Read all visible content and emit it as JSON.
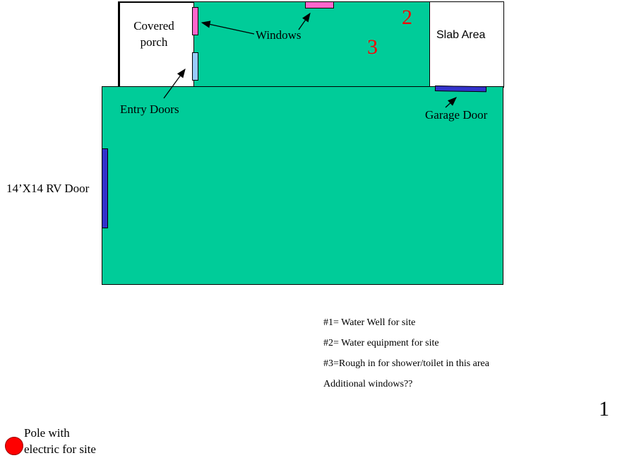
{
  "labels": {
    "covered_porch": "Covered\nporch",
    "windows": "Windows",
    "entry_doors": "Entry Doors",
    "slab_area": "Slab Area",
    "garage_door": "Garage Door",
    "rv_door": "14’X14 RV Door",
    "pole": "Pole with\nelectric for site"
  },
  "markers": {
    "m2": "2",
    "m3": "3",
    "m1": "1"
  },
  "notes": [
    "#1= Water Well for site",
    "#2= Water equipment for site",
    "#3=Rough in for shower/toilet in this area",
    "Additional windows??"
  ],
  "colors": {
    "floor": "#00cc99",
    "window": "#ff66cc",
    "entry_door": "#99ccff",
    "garage_door": "#3333cc",
    "rv_door": "#3333cc",
    "marker_red": "#ff0000",
    "pole": "#ff0000"
  }
}
